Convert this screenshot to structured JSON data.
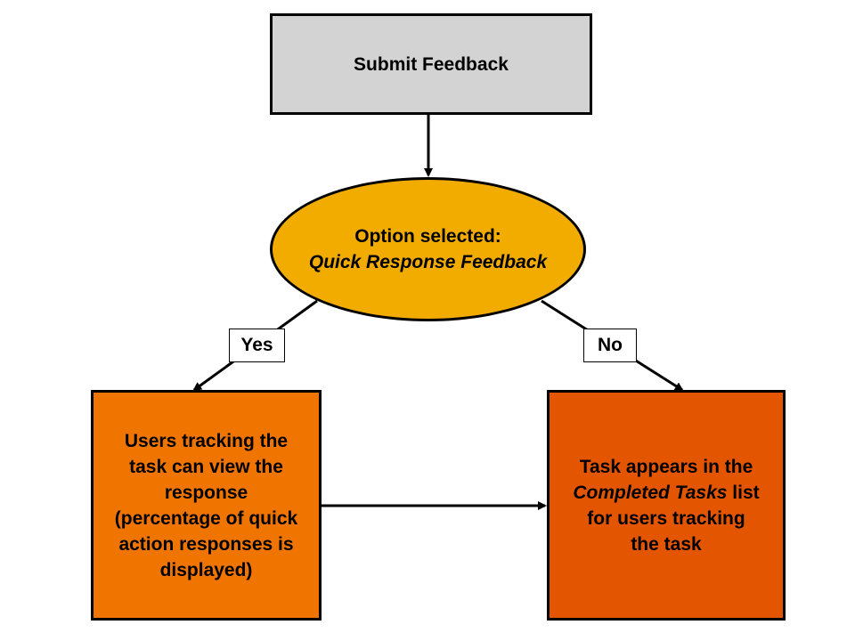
{
  "nodes": {
    "start": {
      "label": "Submit Feedback"
    },
    "decision": {
      "line1": "Option selected:",
      "line2": "Quick Response Feedback"
    },
    "yes_outcome": {
      "lines": [
        "Users tracking the",
        "task can view the",
        "response",
        "(percentage of quick",
        "action responses is",
        "displayed)"
      ]
    },
    "no_outcome": {
      "line1": "Task appears in the",
      "line2_emphasis": "Completed Tasks",
      "line2_rest": " list",
      "line3": "for users tracking",
      "line4": "the task"
    }
  },
  "edges": {
    "yes_label": "Yes",
    "no_label": "No"
  },
  "colors": {
    "start_fill": "#d3d3d3",
    "decision_fill": "#f2ac00",
    "yes_fill": "#ef7500",
    "no_fill": "#e45500",
    "stroke": "#000000"
  }
}
